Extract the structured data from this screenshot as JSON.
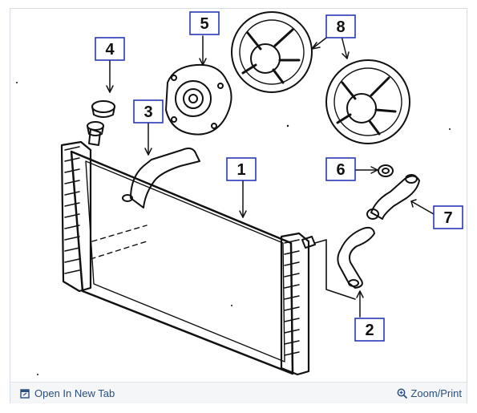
{
  "callouts": [
    {
      "id": "c1",
      "label": "1"
    },
    {
      "id": "c2",
      "label": "2"
    },
    {
      "id": "c3",
      "label": "3"
    },
    {
      "id": "c4",
      "label": "4"
    },
    {
      "id": "c5",
      "label": "5"
    },
    {
      "id": "c6",
      "label": "6"
    },
    {
      "id": "c7",
      "label": "7"
    },
    {
      "id": "c8",
      "label": "8"
    }
  ],
  "footer": {
    "open_new_tab_label": "Open In New Tab",
    "zoom_print_label": "Zoom/Print",
    "open_icon": "new-tab-icon",
    "zoom_icon": "magnifier-plus-icon",
    "link_color": "#2b4f7e"
  },
  "colors": {
    "callout_box": "#1a2bb0",
    "line_art": "#111111"
  }
}
